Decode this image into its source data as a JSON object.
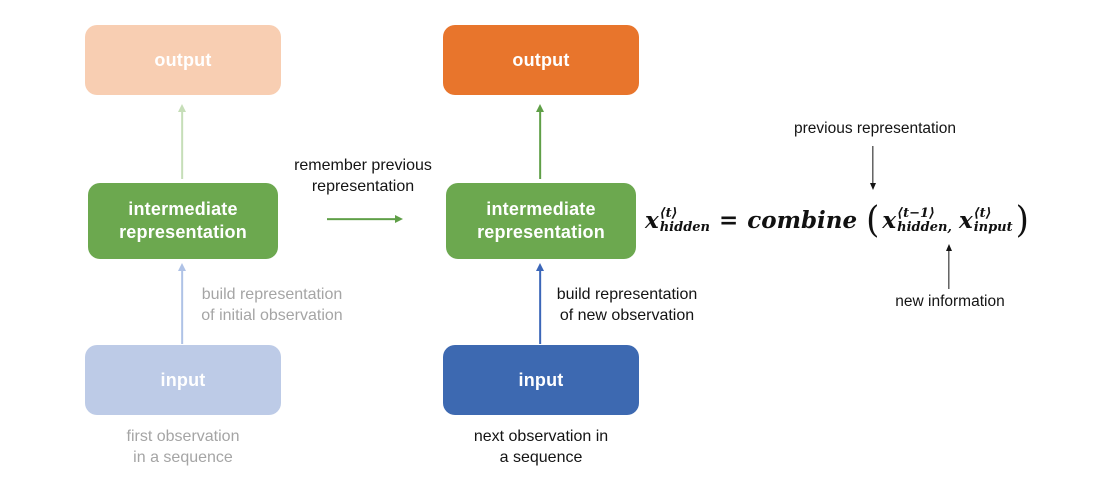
{
  "colors": {
    "orange": "#E8752C",
    "orange-faded": "#F8CEB2",
    "green": "#6CA84F",
    "green-arrow": "#5F9F47",
    "green-arrow-faded": "#C6DEB8",
    "blue": "#3D69B1",
    "blue-faded": "#BDCBE7",
    "blue-arrow": "#3B66B8",
    "blue-arrow-faded": "#AFC2E6",
    "gray-text": "#A5A5A5",
    "black-text": "#141414"
  },
  "previous_step": {
    "output_label": "output",
    "intermediate_label": "intermediate\nrepresentation",
    "input_label": "input",
    "build_caption": "build representation\nof initial observation",
    "sequence_caption": "first observation\nin a sequence"
  },
  "current_step": {
    "output_label": "output",
    "intermediate_label": "intermediate\nrepresentation",
    "input_label": "input",
    "build_caption": "build representation\nof new observation",
    "sequence_caption": "next observation in\na sequence"
  },
  "transition": {
    "remember_caption": "remember previous\nrepresentation"
  },
  "formula": {
    "lhs": {
      "base": "x",
      "sup": "⟨t⟩",
      "sub": "hidden"
    },
    "equals": "=",
    "function": "combine",
    "open_paren": "(",
    "arg1": {
      "base": "x",
      "sup": "⟨t−1⟩",
      "sub": "hidden,"
    },
    "arg2": {
      "base": "x",
      "sup": "⟨t⟩",
      "sub": "input"
    },
    "close_paren": ")",
    "annotation_top": "previous representation",
    "annotation_bottom": "new information"
  }
}
